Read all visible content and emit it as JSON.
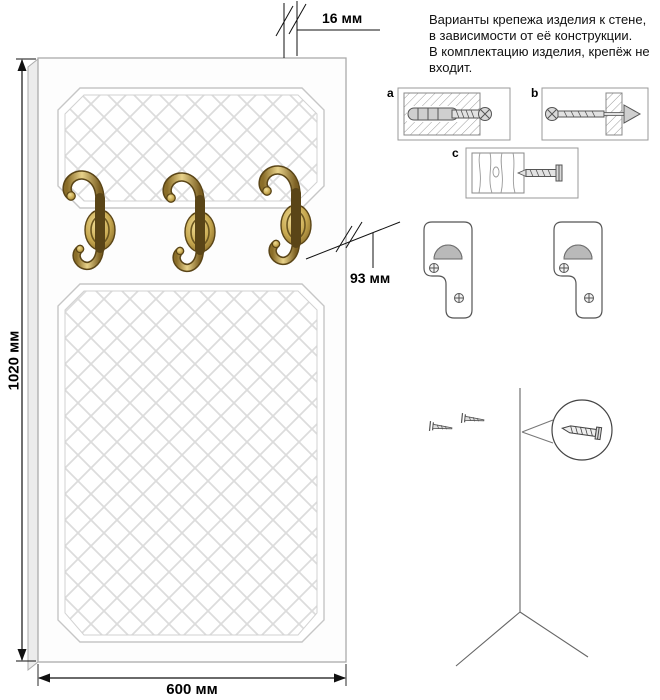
{
  "dimensions": {
    "height": "1020 мм",
    "width": "600 мм",
    "thickness": "16 мм",
    "hook_offset": "93 мм"
  },
  "note": {
    "lines": [
      "Варианты крепежа изделия к стене,",
      "в зависимости от её конструкции.",
      "В комплектацию изделия, крепёж не",
      "входит."
    ]
  },
  "fasteners": {
    "a": "a",
    "b": "b",
    "c": "c"
  },
  "colors": {
    "hook_bronze": "#9a7d33",
    "panel_outline": "#ababab",
    "quilt_line": "#dcdcdc",
    "dome_gray": "#b9b9b9",
    "dimension_line": "#111111"
  }
}
